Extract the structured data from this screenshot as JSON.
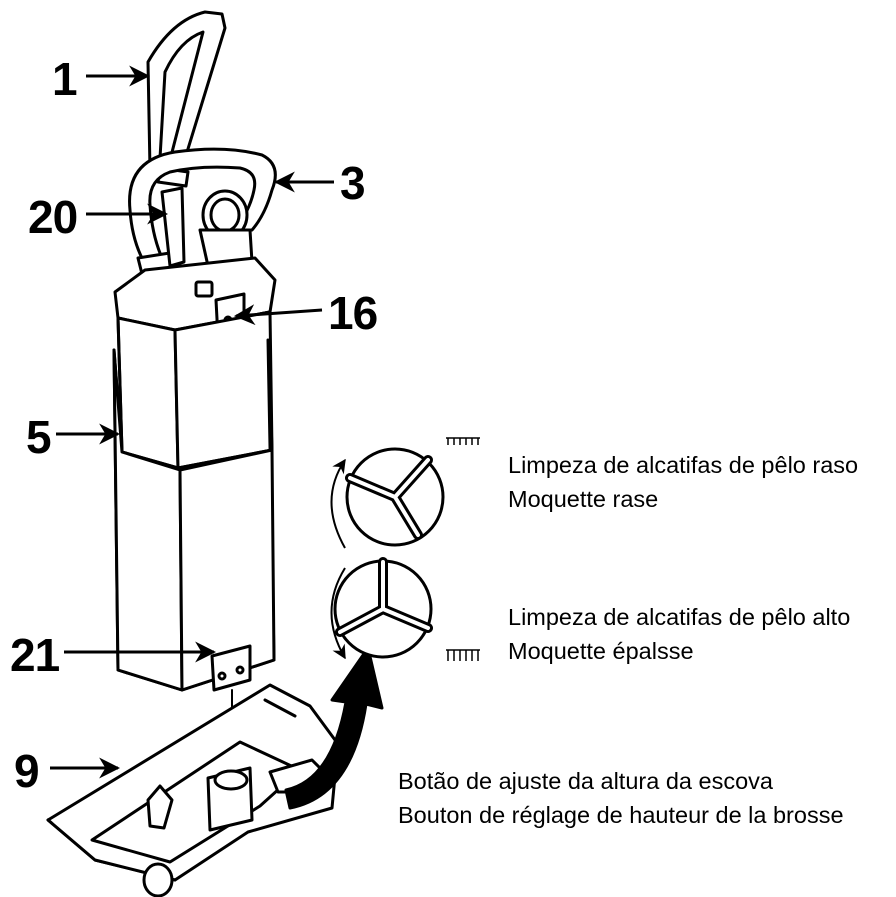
{
  "callouts": {
    "c1": "1",
    "c3": "3",
    "c20": "20",
    "c16": "16",
    "c5": "5",
    "c21": "21",
    "c9": "9"
  },
  "captions": {
    "short_pile_pt": "Limpeza de alcatifas de pêlo raso",
    "short_pile_fr": "Moquette rase",
    "long_pile_pt": "Limpeza de alcatifas de pêlo alto",
    "long_pile_fr": "Moquette épalsse",
    "brush_knob_pt": "Botão de ajuste da altura da escova",
    "brush_knob_fr": "Bouton de réglage de hauteur de la brosse"
  },
  "icons": {
    "short_pile": "short-pile-carpet-icon",
    "long_pile": "long-pile-carpet-icon",
    "rotate_ccw": "rotate-counterclockwise-arrow-icon",
    "rotate_cw": "rotate-clockwise-arrow-icon"
  },
  "colors": {
    "ink": "#000000",
    "paper": "#ffffff"
  }
}
